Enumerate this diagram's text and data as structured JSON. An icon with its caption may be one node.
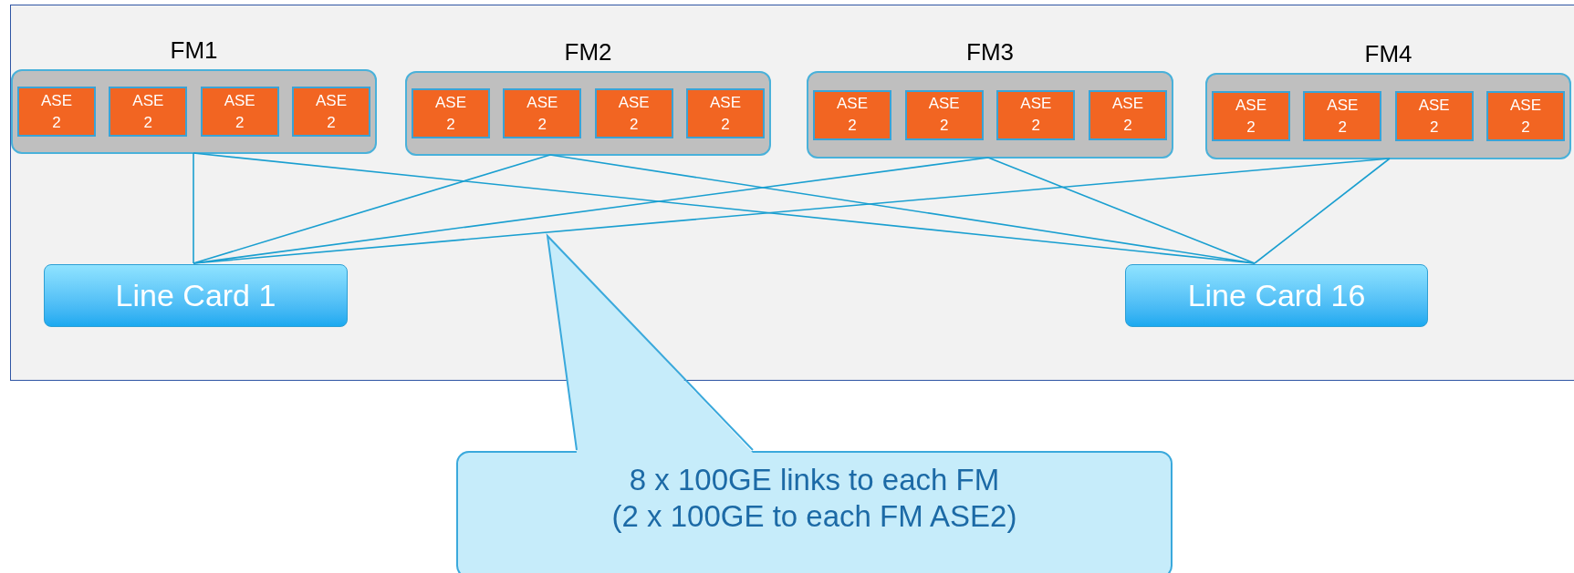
{
  "diagram": {
    "nodes": [
      {
        "text": [],
        "shape": "box"
      },
      {
        "text": [
          "FM1"
        ],
        "in": 0
      },
      {
        "text": [
          "ASE 2"
        ],
        "in": 1
      },
      {
        "text": [
          "ASE 2"
        ],
        "in": 1
      },
      {
        "text": [
          "ASE 2"
        ],
        "in": 1
      },
      {
        "text": [
          "ASE 2"
        ],
        "in": 1
      },
      {
        "text": [
          "FM2"
        ],
        "in": 0
      },
      {
        "text": [
          "ASE 2"
        ],
        "in": 6
      },
      {
        "text": [
          "ASE 2"
        ],
        "in": 6
      },
      {
        "text": [
          "ASE 2"
        ],
        "in": 6
      },
      {
        "text": [
          "ASE 2"
        ],
        "in": 6
      },
      {
        "text": [
          "FM3"
        ],
        "in": 0
      },
      {
        "text": [
          "ASE 2"
        ],
        "in": 11
      },
      {
        "text": [
          "ASE 2"
        ],
        "in": 11
      },
      {
        "text": [
          "ASE 2"
        ],
        "in": 11
      },
      {
        "text": [
          "ASE 2"
        ],
        "in": 11
      },
      {
        "text": [
          "FM4"
        ],
        "in": 0
      },
      {
        "text": [
          "ASE 2"
        ],
        "in": 16
      },
      {
        "text": [
          "ASE 2"
        ],
        "in": 16
      },
      {
        "text": [
          "ASE 2"
        ],
        "in": 16
      },
      {
        "text": [
          "ASE 2"
        ],
        "in": 16
      },
      {
        "text": [
          "Line Card 1"
        ],
        "in": 0
      },
      {
        "text": [
          "Line Card 16"
        ],
        "in": 0
      },
      {
        "text": [
          "8 x 100GE links to each FM (2 x 100GE to each FM ASE2)"
        ]
      }
    ],
    "edges": [
      {
        "from": 1,
        "to": 21,
        "arrow": "none"
      },
      {
        "from": 6,
        "to": 21,
        "arrow": "none"
      },
      {
        "from": 11,
        "to": 21,
        "arrow": "none"
      },
      {
        "from": 16,
        "to": 21,
        "arrow": "none"
      },
      {
        "from": 1,
        "to": 22,
        "arrow": "none"
      },
      {
        "from": 6,
        "to": 22,
        "arrow": "none"
      },
      {
        "from": 11,
        "to": 22,
        "arrow": "none"
      },
      {
        "from": 16,
        "to": 22,
        "arrow": "none"
      },
      {
        "from": 23,
        "to": null,
        "arrow": "none"
      }
    ]
  }
}
